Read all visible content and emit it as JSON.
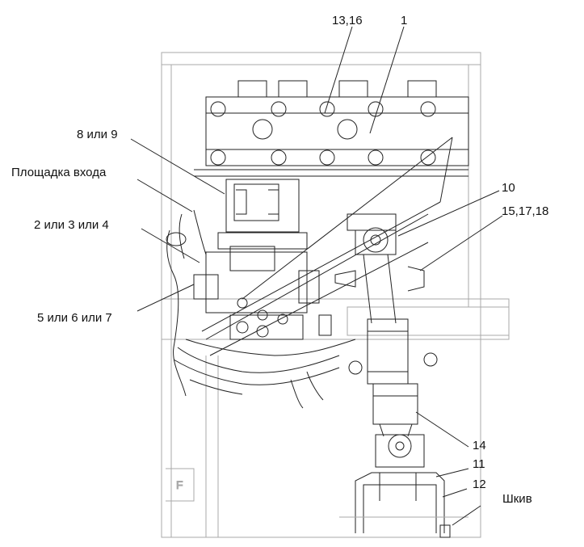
{
  "callouts": {
    "c13_16": "13,16",
    "c1": "1",
    "c8_9": "8 или 9",
    "platform": "Площадка входа",
    "c10": "10",
    "c15_17_18": "15,17,18",
    "c2_3_4": "2 или 3 или 4",
    "c5_6_7": "5 или 6 или 7",
    "c14": "14",
    "c11": "11",
    "c12": "12",
    "pulley": "Шкив"
  },
  "colors": {
    "ink": "#222222",
    "faint": "#9a9a9a",
    "background": "#ffffff"
  }
}
